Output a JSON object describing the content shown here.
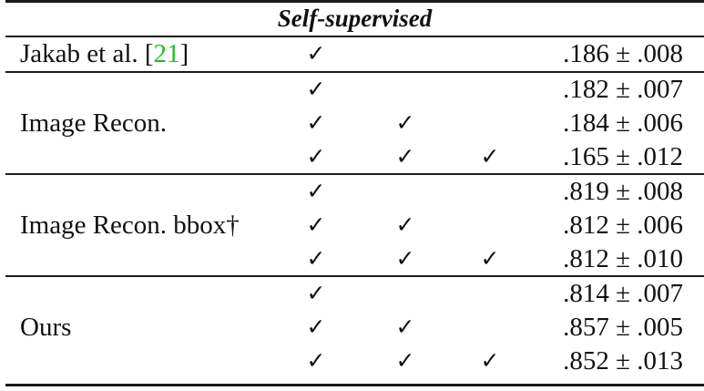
{
  "section_title": "Self-supervised",
  "check_glyph": "✓",
  "rows": [
    {
      "label_prefix": "Jakab et al. [",
      "label_cite": "21",
      "label_suffix": "]",
      "values": [
        ".186 ± .008"
      ],
      "checks": [
        [
          1,
          0,
          0
        ]
      ]
    },
    {
      "label": "Image Recon.",
      "values": [
        ".182 ± .007",
        ".184 ± .006",
        ".165 ± .012"
      ],
      "checks": [
        [
          1,
          0,
          0
        ],
        [
          1,
          1,
          0
        ],
        [
          1,
          1,
          1
        ]
      ]
    },
    {
      "label": "Image Recon. bbox†",
      "values": [
        ".819 ± .008",
        ".812 ± .006",
        ".812 ± .010"
      ],
      "checks": [
        [
          1,
          0,
          0
        ],
        [
          1,
          1,
          0
        ],
        [
          1,
          1,
          1
        ]
      ]
    },
    {
      "label": "Ours",
      "values": [
        ".814 ± .007",
        ".857 ± .005",
        ".852 ± .013"
      ],
      "checks": [
        [
          1,
          0,
          0
        ],
        [
          1,
          1,
          0
        ],
        [
          1,
          1,
          1
        ]
      ]
    }
  ]
}
